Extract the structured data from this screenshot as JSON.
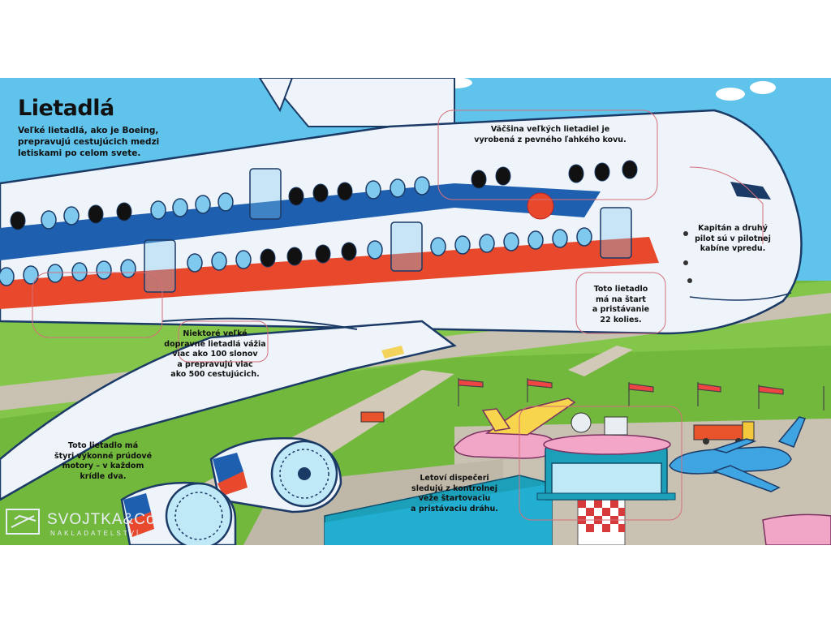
{
  "page": {
    "title": "Lietadlá",
    "intro": "Veľké lietadlá, ako je Boeing,\nprepravujú cestujúcich medzi\nletiskami po celom svete."
  },
  "captions": {
    "material": "Väčšina veľkých lietadiel je\nvyrobená z pevného ľahkého kovu.",
    "pilots": "Kapitán a druhý\npilot sú v pilotnej\nkabíne vpredu.",
    "wheels": "Toto lietadlo\nmá na štart\na pristávanie\n22 kolies.",
    "weight": "Niektoré veľké\ndopravné lietadlá vážia\nviac ako 100 slonov\na prepravujú viac\nako 500 cestujúcich.",
    "engines": "Toto lietadlo má\nštyri výkonné prúdové\nmotory – v každom\nkrídle dva.",
    "controllers": "Letoví dispečeri\nsledujú z kontrolnej\nveže štartovaciu\na pristávaciu dráhu."
  },
  "publisher": {
    "name": "SVOJTKA&Co.",
    "tagline": "NAKLADATELSTVÍ"
  },
  "colors": {
    "sky": "#5fc3ec",
    "grass": "#72b83c",
    "fuselage": "#eef4fa",
    "stripe_blue": "#1f5fb0",
    "stripe_red": "#e8482c",
    "tower": "#1c9fb9"
  },
  "icons": [
    "airplane-icon",
    "cloud-icon",
    "windsock-icon",
    "radar-dish-icon",
    "fuel-truck-icon"
  ]
}
